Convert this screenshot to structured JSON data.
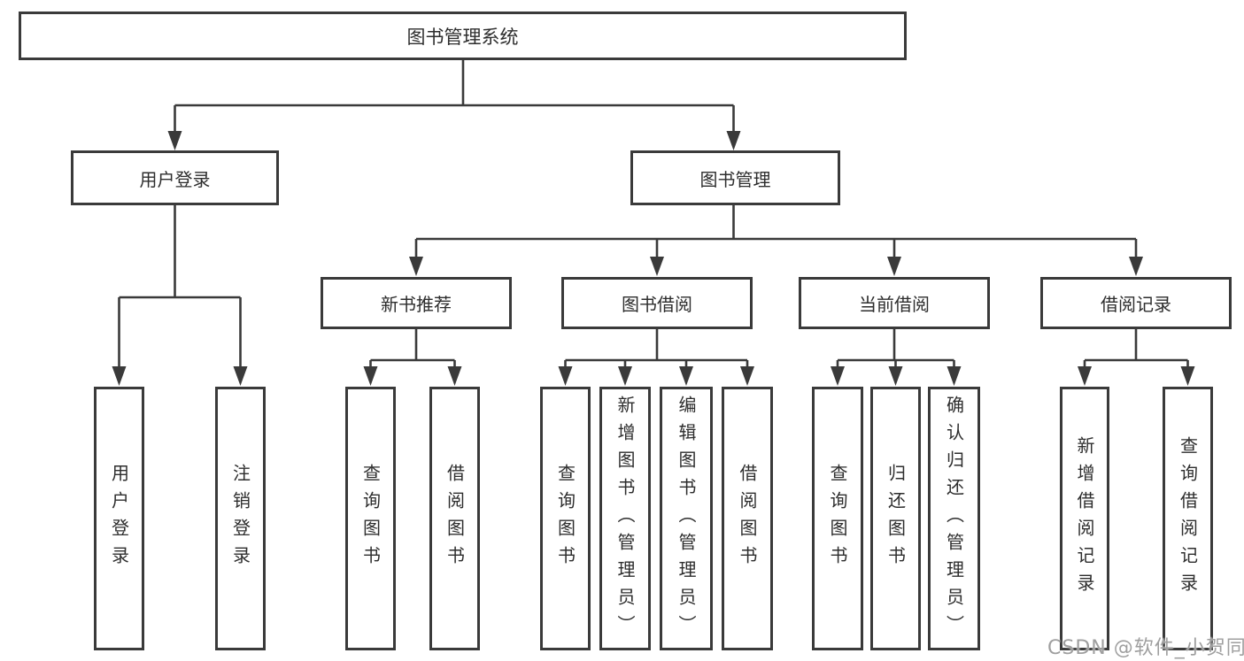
{
  "diagram": {
    "root": {
      "label": "图书管理系统"
    },
    "level2": [
      {
        "label": "用户登录"
      },
      {
        "label": "图书管理"
      }
    ],
    "level3": [
      {
        "label": "新书推荐"
      },
      {
        "label": "图书借阅"
      },
      {
        "label": "当前借阅"
      },
      {
        "label": "借阅记录"
      }
    ],
    "leaves": {
      "user": [
        {
          "label": "用户登录"
        },
        {
          "label": "注销登录"
        }
      ],
      "recommend": [
        {
          "label": "查询图书"
        },
        {
          "label": "借阅图书"
        }
      ],
      "borrow": [
        {
          "label": "查询图书"
        },
        {
          "label": "新增图书（管理员）"
        },
        {
          "label": "编辑图书（管理员）"
        },
        {
          "label": "借阅图书"
        }
      ],
      "current": [
        {
          "label": "查询图书"
        },
        {
          "label": "归还图书"
        },
        {
          "label": "确认归还（管理员）"
        }
      ],
      "records": [
        {
          "label": "新增借阅记录"
        },
        {
          "label": "查询借阅记录"
        }
      ]
    },
    "watermark": "CSDN @软件_小贺同学",
    "colors": {
      "line": "#3a3a3a",
      "text": "#2d2d2d",
      "watermark": "#9f9f9f",
      "background": "#ffffff"
    }
  }
}
